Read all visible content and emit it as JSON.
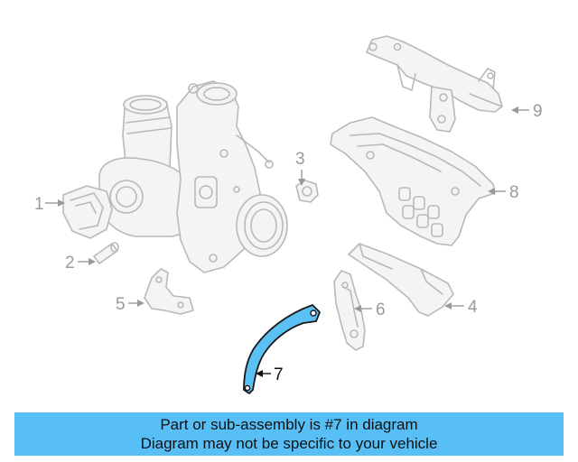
{
  "callouts": {
    "c1": "1",
    "c2": "2",
    "c3": "3",
    "c4": "4",
    "c5": "5",
    "c6": "6",
    "c7": "7",
    "c8": "8",
    "c9": "9"
  },
  "highlight_color": "#5bc0f3",
  "caption": {
    "line1": "Part or sub-assembly is #7 in diagram",
    "line2": "Diagram may not be specific to your vehicle",
    "background": "#57bff5"
  }
}
